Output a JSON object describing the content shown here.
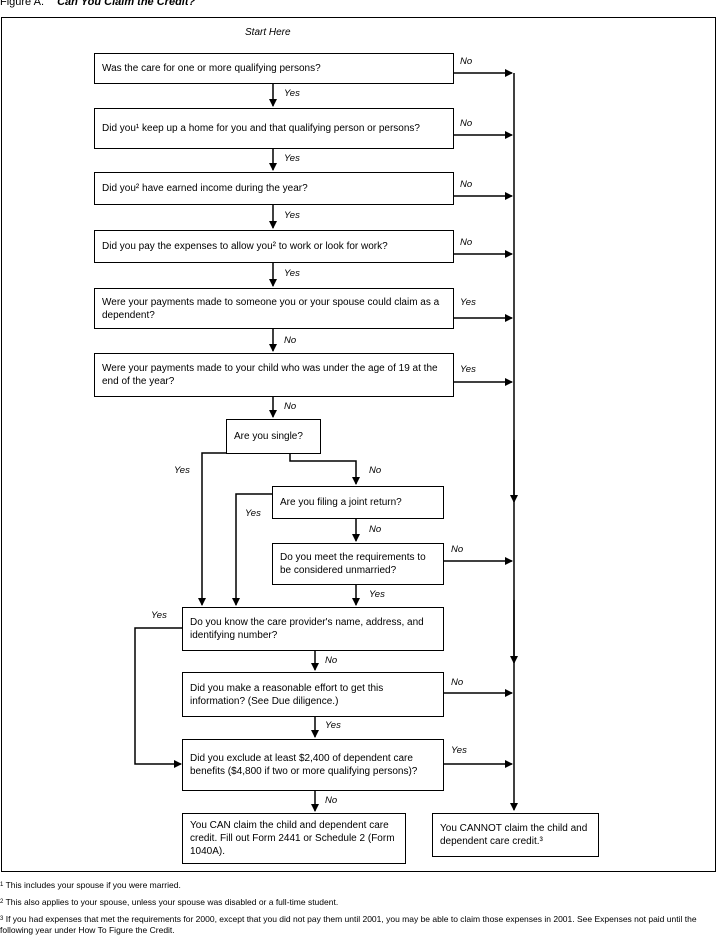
{
  "figure": {
    "label": "Figure A.",
    "title": "Can You Claim the Credit?"
  },
  "start_label": "Start Here",
  "boxes": {
    "q1": "Was the care for one or more qualifying persons?",
    "q2": "Did you¹ keep up a home for you and that qualifying person or persons?",
    "q3": "Did you² have earned income during the year?",
    "q4": "Did you pay the expenses to allow you² to work or look for work?",
    "q5": "Were your payments made to someone you or your spouse could claim as a dependent?",
    "q6": "Were your payments made to your child who was under the age of 19 at the end of the year?",
    "q7": "Are you single?",
    "q8": "Are you filing a joint return?",
    "q9": "Do you meet the requirements to be considered unmarried?",
    "q10": "Do you know the care provider's name, address, and identifying number?",
    "q11": "Did you make a reasonable effort to get this information? (See Due diligence.)",
    "q12": "Did you exclude at least $2,400 of dependent care benefits ($4,800 if two or more qualifying persons)?",
    "can": "You CAN claim the child and dependent care credit. Fill out Form 2441 or Schedule 2 (Form 1040A).",
    "cannot": "You CANNOT claim the child and dependent care credit.³"
  },
  "labels": {
    "yes": "Yes",
    "no": "No"
  },
  "footnotes": [
    {
      "mark": "1",
      "text": "This includes your spouse if you were married."
    },
    {
      "mark": "2",
      "text": "This also applies to your spouse, unless your spouse was disabled or a full-time student."
    },
    {
      "mark": "3",
      "text": "If you had expenses that met the requirements for 2000, except that you did not pay them until 2001, you may be able to claim those expenses in 2001. See Expenses not paid until the following year under How To Figure the Credit."
    }
  ]
}
